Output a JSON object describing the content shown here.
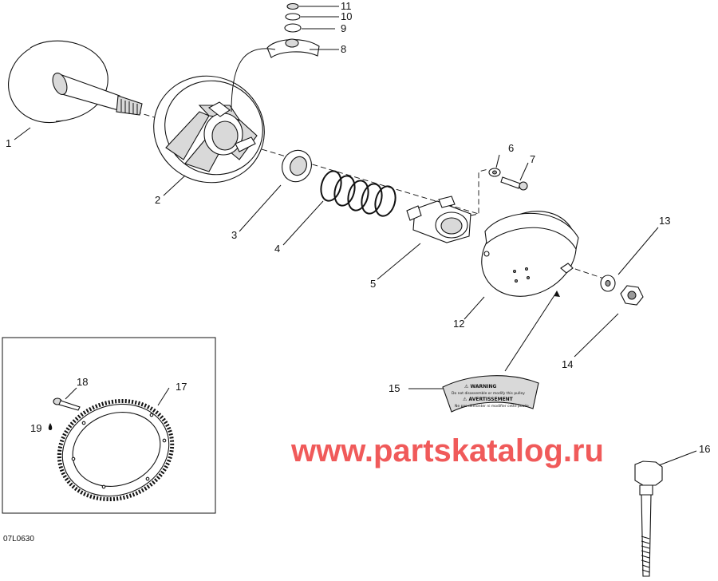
{
  "diagram": {
    "drawing_code": "07L0630",
    "watermark": {
      "text": "www.partskatalog.ru",
      "color": "#f05a5a"
    },
    "decal_text": {
      "line1": "⚠ WARNING",
      "line2": "Do not disassemble or modify this pulley",
      "line3": "⚠ AVERTISSEMENT",
      "line4": "Ne pas démonter ni modifier cette poulie"
    },
    "callouts": [
      {
        "id": "1",
        "text": "1"
      },
      {
        "id": "2",
        "text": "2"
      },
      {
        "id": "3",
        "text": "3"
      },
      {
        "id": "4",
        "text": "4"
      },
      {
        "id": "5",
        "text": "5"
      },
      {
        "id": "6",
        "text": "6"
      },
      {
        "id": "7",
        "text": "7"
      },
      {
        "id": "8",
        "text": "8"
      },
      {
        "id": "9",
        "text": "9"
      },
      {
        "id": "10",
        "text": "10"
      },
      {
        "id": "11",
        "text": "11"
      },
      {
        "id": "12",
        "text": "12"
      },
      {
        "id": "13",
        "text": "13"
      },
      {
        "id": "14",
        "text": "14"
      },
      {
        "id": "15",
        "text": "15"
      },
      {
        "id": "16",
        "text": "16"
      },
      {
        "id": "17",
        "text": "17"
      },
      {
        "id": "18",
        "text": "18"
      },
      {
        "id": "19",
        "text": "19"
      }
    ]
  }
}
